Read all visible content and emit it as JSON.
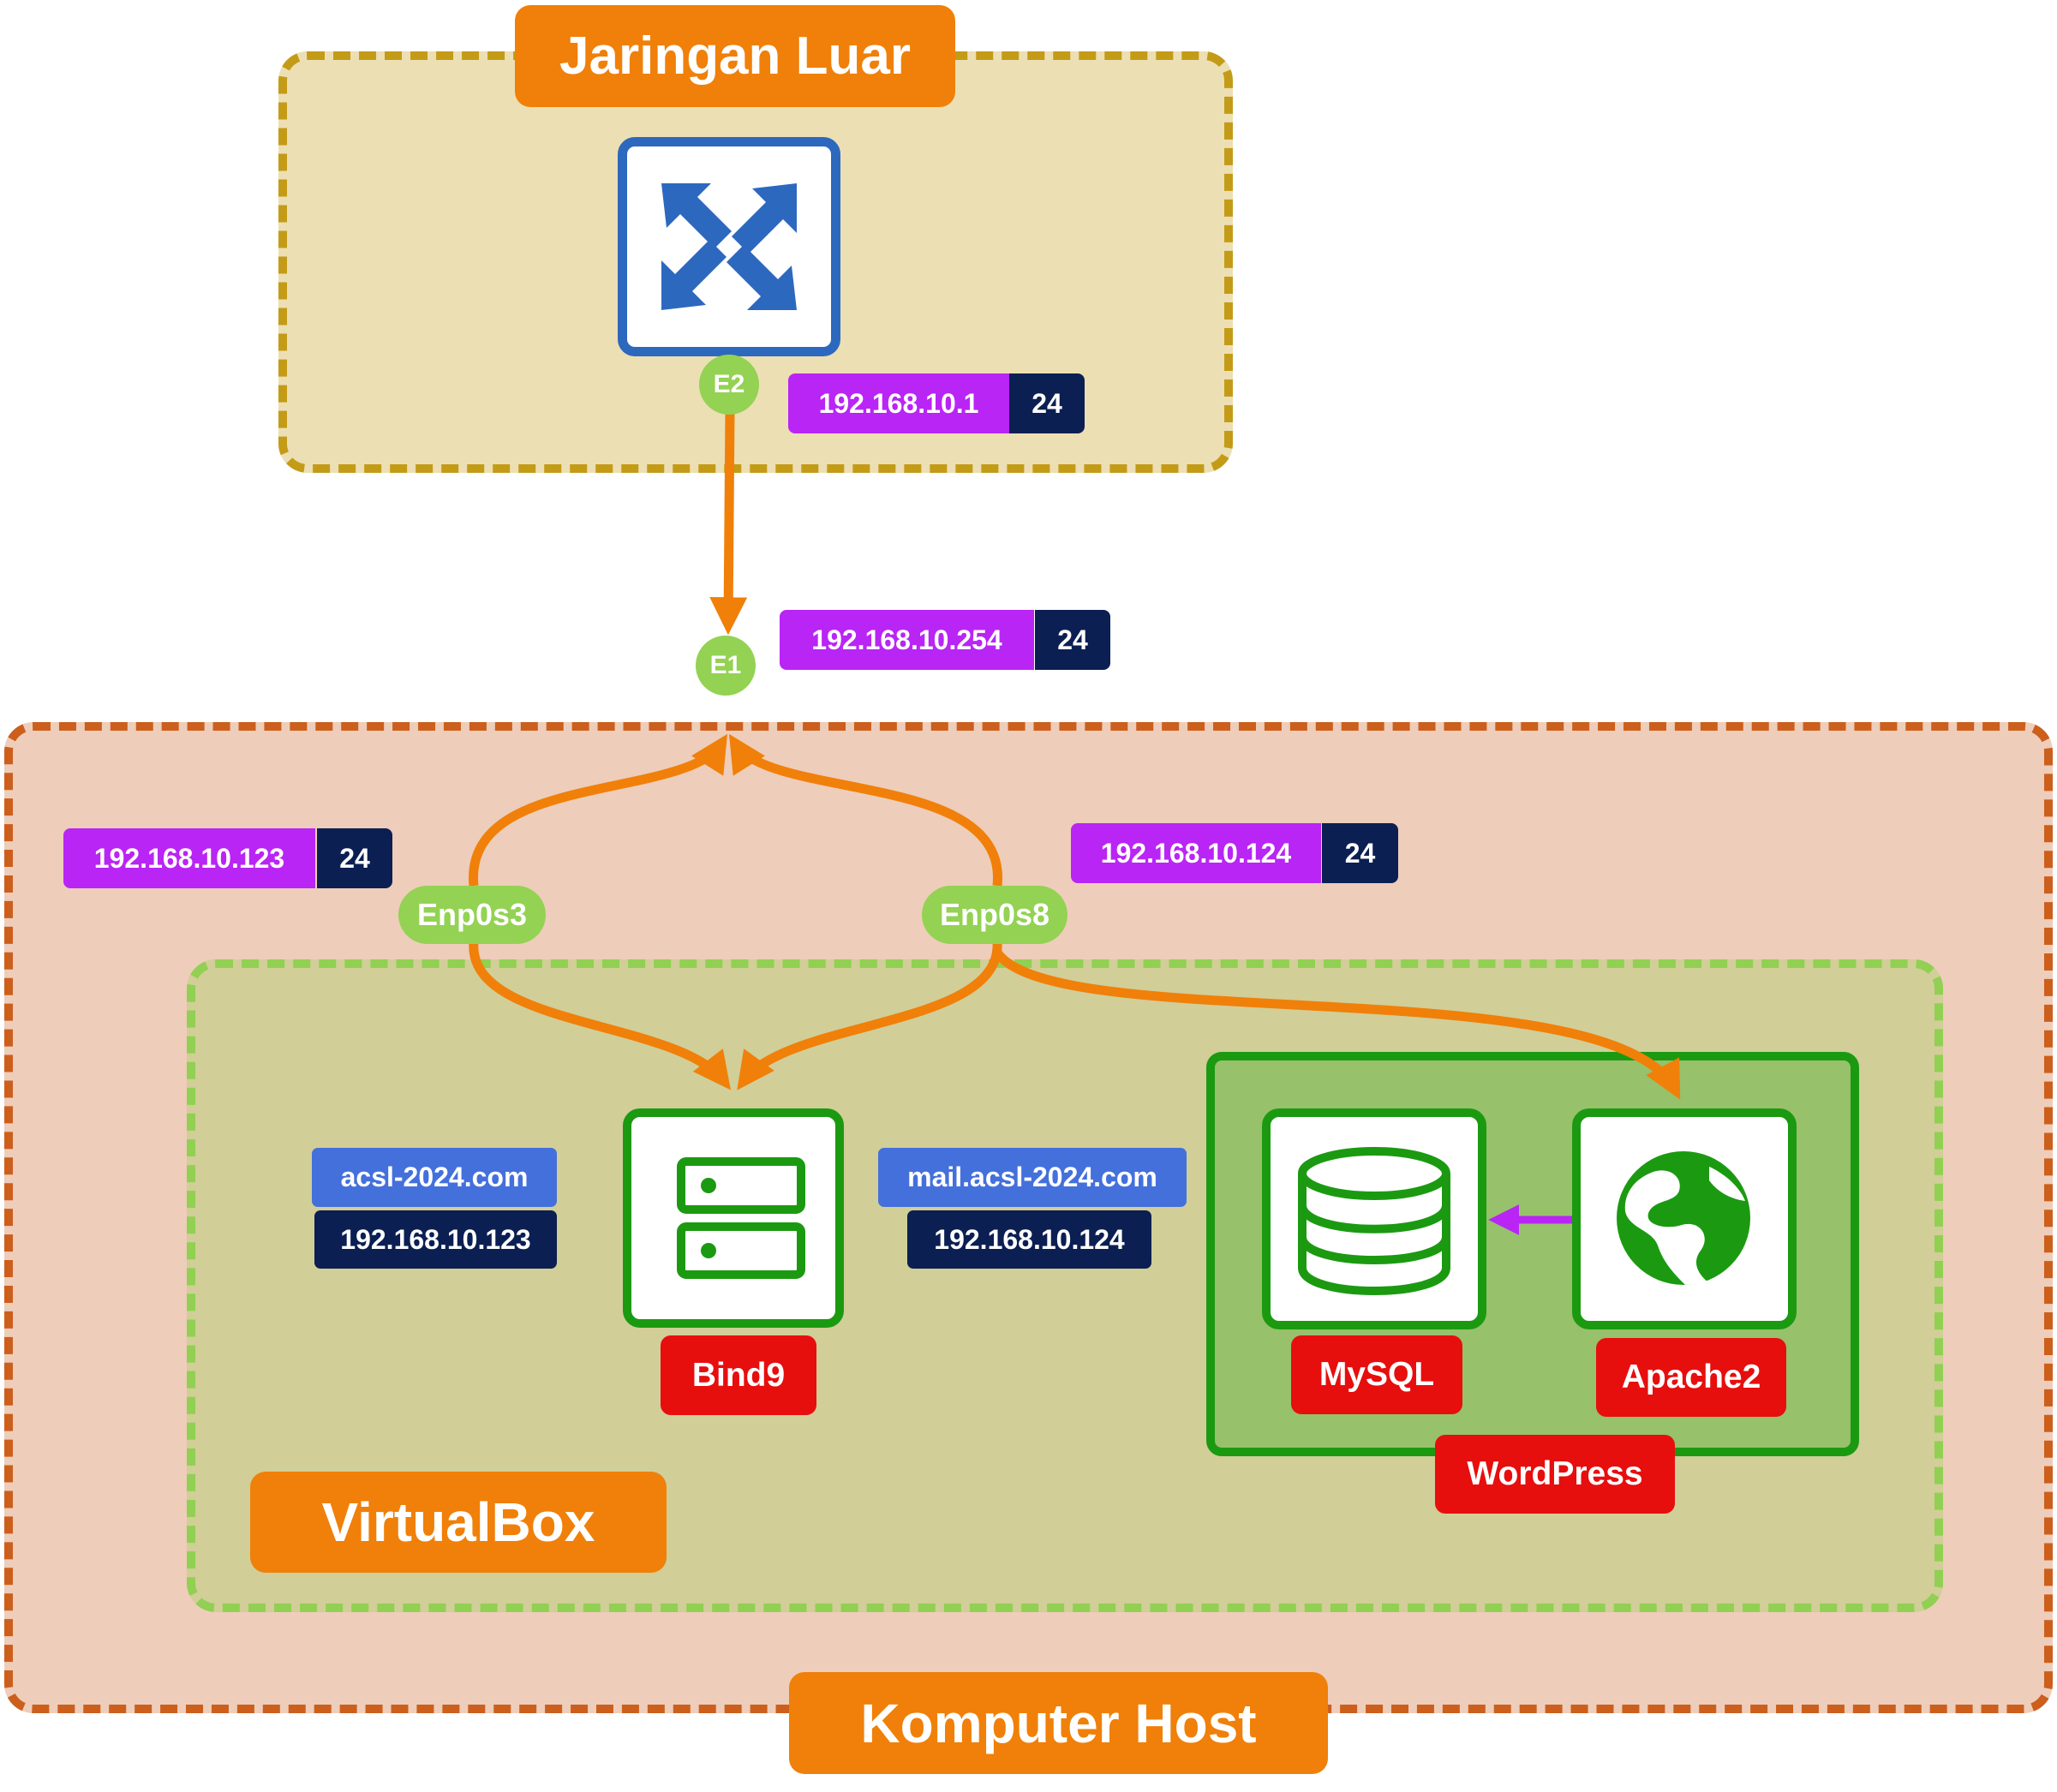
{
  "zones": {
    "jaringan_luar": {
      "title": "Jaringan Luar"
    },
    "komputer_host": {
      "title": "Komputer Host"
    },
    "virtualbox": {
      "title": "VirtualBox"
    }
  },
  "ports": {
    "e2": "E2",
    "e1": "E1",
    "enp0s3": "Enp0s3",
    "enp0s8": "Enp0s8"
  },
  "addresses": {
    "router": {
      "ip": "192.168.10.1",
      "mask": "24"
    },
    "e1": {
      "ip": "192.168.10.254",
      "mask": "24"
    },
    "enp0s3": {
      "ip": "192.168.10.123",
      "mask": "24"
    },
    "enp0s8": {
      "ip": "192.168.10.124",
      "mask": "24"
    }
  },
  "dns_records": [
    {
      "domain": "acsl-2024.com",
      "ip": "192.168.10.123"
    },
    {
      "domain": "mail.acsl-2024.com",
      "ip": "192.168.10.124"
    }
  ],
  "services": {
    "bind9": "Bind9",
    "mysql": "MySQL",
    "apache2": "Apache2",
    "wordpress": "WordPress"
  },
  "icons": {
    "router": "router-arrows-icon",
    "bind9": "server-icon",
    "mysql": "database-icon",
    "apache2": "globe-icon"
  },
  "colors": {
    "link": "#f08009",
    "ip_label": "#b925f5",
    "mask_label": "#0b1f52",
    "domain_label": "#4470dc",
    "service_label": "#e70e0e",
    "port": "#93d253",
    "router_blue": "#2d68bf",
    "service_green": "#1b9a11",
    "db_link": "#b925f5"
  }
}
